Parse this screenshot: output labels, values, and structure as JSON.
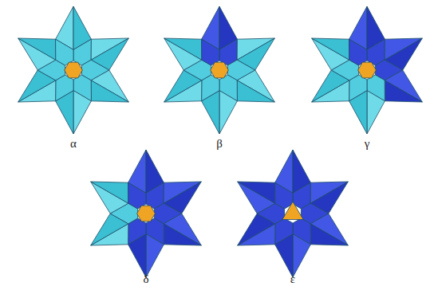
{
  "diagram": {
    "labels": [
      "α",
      "β",
      "γ",
      "δ",
      "ε"
    ]
  }
}
